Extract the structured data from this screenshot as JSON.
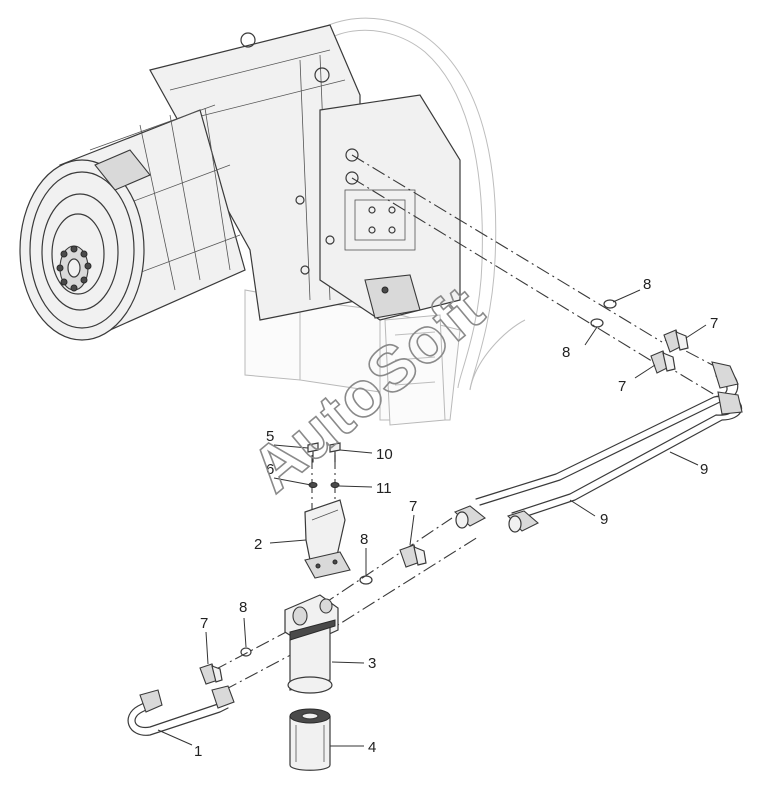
{
  "watermark": {
    "text": "AutoSoft"
  },
  "callouts": [
    {
      "id": "c1",
      "label": "1"
    },
    {
      "id": "c2",
      "label": "2"
    },
    {
      "id": "c3",
      "label": "3"
    },
    {
      "id": "c4",
      "label": "4"
    },
    {
      "id": "c5",
      "label": "5"
    },
    {
      "id": "c6",
      "label": "6"
    },
    {
      "id": "c7a",
      "label": "7"
    },
    {
      "id": "c7b",
      "label": "7"
    },
    {
      "id": "c7c",
      "label": "7"
    },
    {
      "id": "c7d",
      "label": "7"
    },
    {
      "id": "c8a",
      "label": "8"
    },
    {
      "id": "c8b",
      "label": "8"
    },
    {
      "id": "c8c",
      "label": "8"
    },
    {
      "id": "c8d",
      "label": "8"
    },
    {
      "id": "c9a",
      "label": "9"
    },
    {
      "id": "c9b",
      "label": "9"
    },
    {
      "id": "c10",
      "label": "10"
    },
    {
      "id": "c11",
      "label": "11"
    }
  ]
}
